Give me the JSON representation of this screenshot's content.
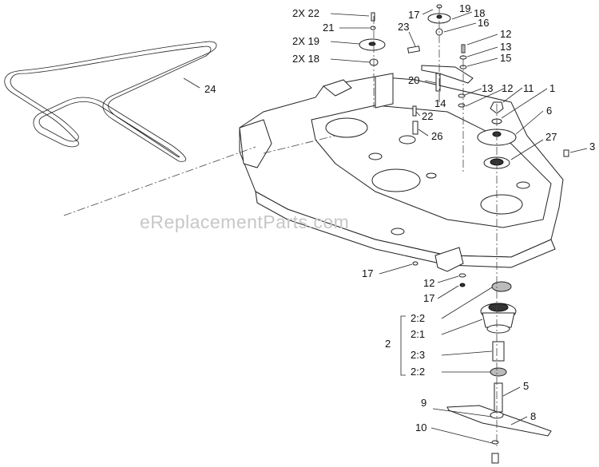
{
  "watermark": "eReplacementParts.com",
  "callouts": [
    {
      "id": "c-2x22",
      "text": "2X 22"
    },
    {
      "id": "c-21",
      "text": "21"
    },
    {
      "id": "c-2x19",
      "text": "2X 19"
    },
    {
      "id": "c-2x18",
      "text": "2X 18"
    },
    {
      "id": "c-17a",
      "text": "17"
    },
    {
      "id": "c-19",
      "text": "19"
    },
    {
      "id": "c-18",
      "text": "18"
    },
    {
      "id": "c-23",
      "text": "23"
    },
    {
      "id": "c-16",
      "text": "16"
    },
    {
      "id": "c-12a",
      "text": "12"
    },
    {
      "id": "c-13a",
      "text": "13"
    },
    {
      "id": "c-15",
      "text": "15"
    },
    {
      "id": "c-24",
      "text": "24"
    },
    {
      "id": "c-20",
      "text": "20"
    },
    {
      "id": "c-13b",
      "text": "13"
    },
    {
      "id": "c-12b",
      "text": "12"
    },
    {
      "id": "c-11",
      "text": "11"
    },
    {
      "id": "c-1",
      "text": "1"
    },
    {
      "id": "c-14",
      "text": "14"
    },
    {
      "id": "c-22",
      "text": "22"
    },
    {
      "id": "c-6",
      "text": "6"
    },
    {
      "id": "c-26",
      "text": "26"
    },
    {
      "id": "c-27",
      "text": "27"
    },
    {
      "id": "c-3",
      "text": "3"
    },
    {
      "id": "c-17b",
      "text": "17"
    },
    {
      "id": "c-12c",
      "text": "12"
    },
    {
      "id": "c-17c",
      "text": "17"
    },
    {
      "id": "c-22a",
      "text": "2:2"
    },
    {
      "id": "c-21b",
      "text": "2:1"
    },
    {
      "id": "c-2",
      "text": "2"
    },
    {
      "id": "c-23b",
      "text": "2:3"
    },
    {
      "id": "c-22b",
      "text": "2:2"
    },
    {
      "id": "c-5",
      "text": "5"
    },
    {
      "id": "c-9",
      "text": "9"
    },
    {
      "id": "c-8",
      "text": "8"
    },
    {
      "id": "c-10",
      "text": "10"
    }
  ]
}
